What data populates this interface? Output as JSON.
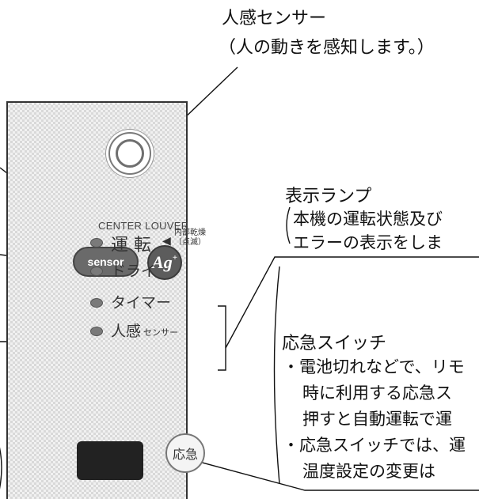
{
  "callouts": {
    "sensor_title": "人感センサー",
    "sensor_desc": "（人の動きを感知します。）",
    "lamp_title": "表示ランプ",
    "lamp_line1": "本機の運転状態及び",
    "lamp_line2": "エラーの表示をしま",
    "switch_title": "応急スイッチ",
    "switch_line1": "・電池切れなどで、リモ",
    "switch_line2": "時に利用する応急ス",
    "switch_line3": "押すと自動運転で運",
    "switch_line4": "・応急スイッチでは、運",
    "switch_line5": "温度設定の変更は"
  },
  "panel": {
    "center_louver": "CENTER LOUVER",
    "logo_sensor": "sensor",
    "logo_ag": "Ag",
    "logo_ag_sup": "+",
    "lamp_operation": "運 転",
    "internal_dry_line1": "内部乾燥",
    "internal_dry_line2": "（点滅）",
    "lamp_dry": "ドライ",
    "lamp_timer": "タイマー",
    "lamp_sensor_main": "人感",
    "lamp_sensor_sub": "センサー",
    "emergency_button": "応急"
  }
}
